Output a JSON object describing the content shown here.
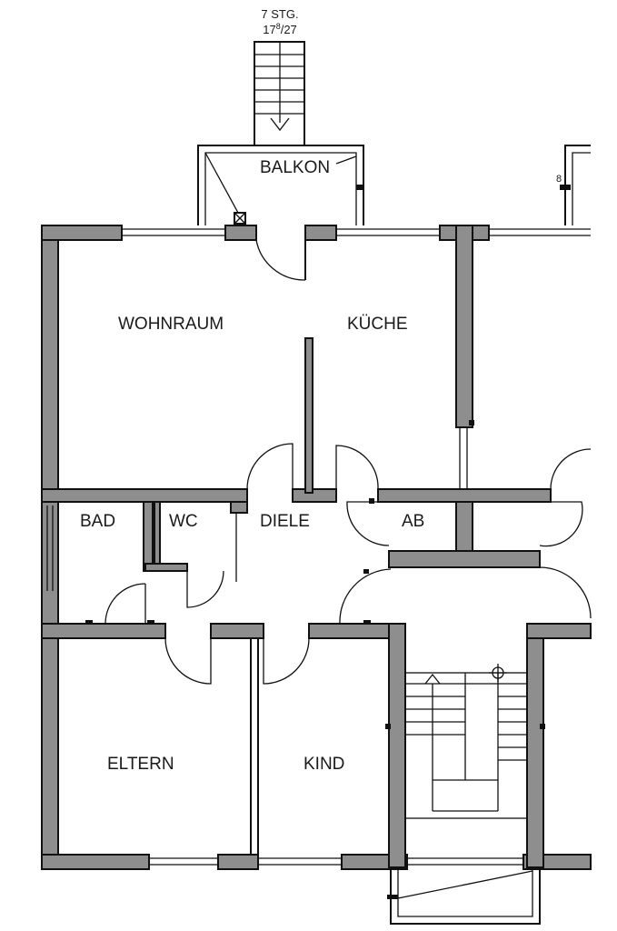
{
  "stair_note": {
    "line1": "7 STG.",
    "line2_main": "17",
    "line2_sup": "8",
    "line2_rest": "/27"
  },
  "rooms": {
    "balkon": "BALKON",
    "wohnraum": "WOHNRAUM",
    "kueche": "KÜCHE",
    "bad": "BAD",
    "wc": "WC",
    "diele": "DIELE",
    "ab": "AB",
    "eltern": "ELTERN",
    "kind": "KIND"
  },
  "marker_number": "8",
  "colors": {
    "wall_fill": "#8e8e8e",
    "line": "#111111",
    "background": "#ffffff"
  }
}
